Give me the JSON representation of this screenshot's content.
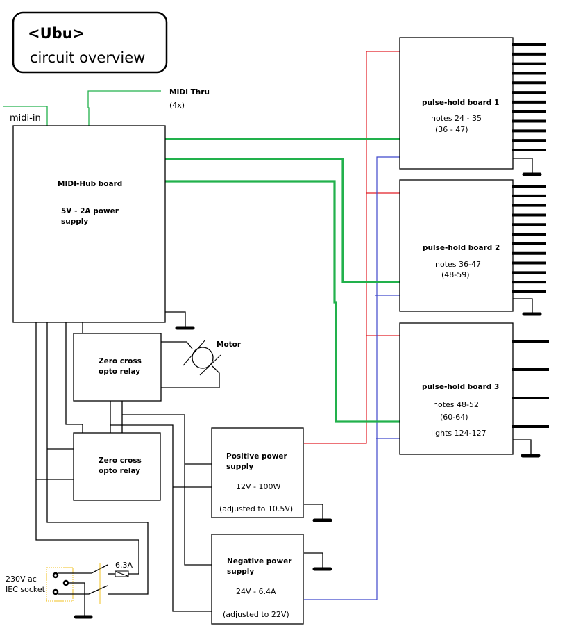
{
  "title": {
    "line1": "<Ubu>",
    "line2": "circuit overview"
  },
  "labels": {
    "midi_in": "midi-in",
    "midi_thru": "MIDI Thru",
    "midi_thru_count": "(4x)",
    "motor": "Motor",
    "fuse": "6.3A",
    "socket_line1": "230V ac",
    "socket_line2": "IEC socket"
  },
  "midi_hub": {
    "name": "MIDI-Hub board",
    "spec_line1": "5V - 2A power",
    "spec_line2": "supply"
  },
  "relays": [
    {
      "line1": "Zero cross",
      "line2": "opto relay"
    },
    {
      "line1": "Zero cross",
      "line2": "opto relay"
    }
  ],
  "power_supplies": {
    "positive": {
      "line1": "Positive power",
      "line2": "supply",
      "spec": "12V - 100W",
      "note": "(adjusted to 10.5V)"
    },
    "negative": {
      "line1": "Negative power",
      "line2": "supply",
      "spec": "24V - 6.4A",
      "note": "(adjusted to 22V)"
    }
  },
  "boards": [
    {
      "name": "pulse-hold board 1",
      "notes": "notes 24 - 35",
      "alt": "(36 - 47)",
      "extra": "",
      "outputs": 12
    },
    {
      "name": "pulse-hold board 2",
      "notes": "notes 36-47",
      "alt": "(48-59)",
      "extra": "",
      "outputs": 12
    },
    {
      "name": "pulse-hold board 3",
      "notes": "notes  48-52",
      "alt": "(60-64)",
      "extra": "lights 124-127",
      "outputs": 4
    }
  ],
  "colors": {
    "midi_signal": "#22b14c",
    "positive_rail": "#e21e26",
    "negative_rail": "#3f48cc",
    "socket_outline": "#f0c020"
  }
}
